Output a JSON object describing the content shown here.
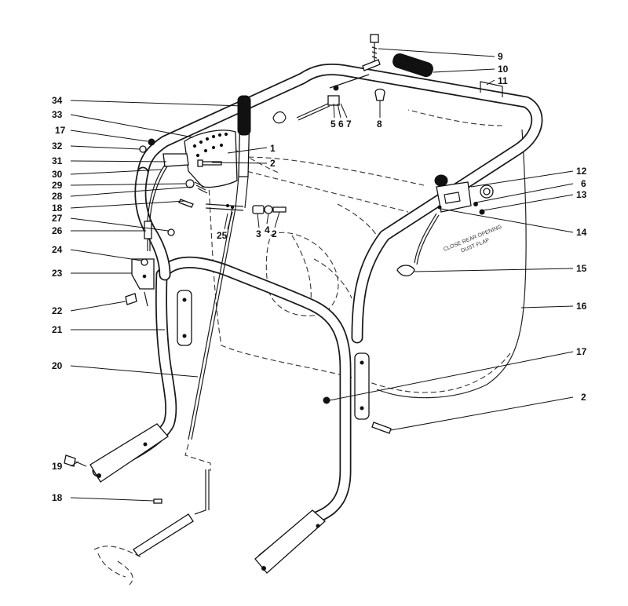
{
  "callouts": [
    {
      "id": "c9a",
      "label": "9"
    },
    {
      "id": "c10",
      "label": "10"
    },
    {
      "id": "c11",
      "label": "11"
    },
    {
      "id": "c34",
      "label": "34"
    },
    {
      "id": "c5",
      "label": "5"
    },
    {
      "id": "c6a",
      "label": "6"
    },
    {
      "id": "c7",
      "label": "7"
    },
    {
      "id": "c8",
      "label": "8"
    },
    {
      "id": "c33",
      "label": "33"
    },
    {
      "id": "c17a",
      "label": "17"
    },
    {
      "id": "c1",
      "label": "1"
    },
    {
      "id": "c32",
      "label": "32"
    },
    {
      "id": "c31",
      "label": "31"
    },
    {
      "id": "c2a",
      "label": "2"
    },
    {
      "id": "c30",
      "label": "30"
    },
    {
      "id": "c29",
      "label": "29"
    },
    {
      "id": "c28",
      "label": "28"
    },
    {
      "id": "c18a",
      "label": "18"
    },
    {
      "id": "c27",
      "label": "27"
    },
    {
      "id": "c25",
      "label": "25"
    },
    {
      "id": "c3",
      "label": "3"
    },
    {
      "id": "c4",
      "label": "4"
    },
    {
      "id": "c2b",
      "label": "2"
    },
    {
      "id": "c26",
      "label": "26"
    },
    {
      "id": "c24",
      "label": "24"
    },
    {
      "id": "c23",
      "label": "23"
    },
    {
      "id": "c22",
      "label": "22"
    },
    {
      "id": "c21",
      "label": "21"
    },
    {
      "id": "c20",
      "label": "20"
    },
    {
      "id": "c19",
      "label": "19"
    },
    {
      "id": "c18b",
      "label": "18"
    },
    {
      "id": "c12",
      "label": "12"
    },
    {
      "id": "c6b",
      "label": "6"
    },
    {
      "id": "c13",
      "label": "13"
    },
    {
      "id": "c14",
      "label": "14"
    },
    {
      "id": "c15",
      "label": "15"
    },
    {
      "id": "c16",
      "label": "16"
    },
    {
      "id": "c17b",
      "label": "17"
    },
    {
      "id": "c2c",
      "label": "2"
    }
  ],
  "bag_label": {
    "line1": "CLOSE REAR OPENING",
    "line2": "DUST FLAP"
  }
}
